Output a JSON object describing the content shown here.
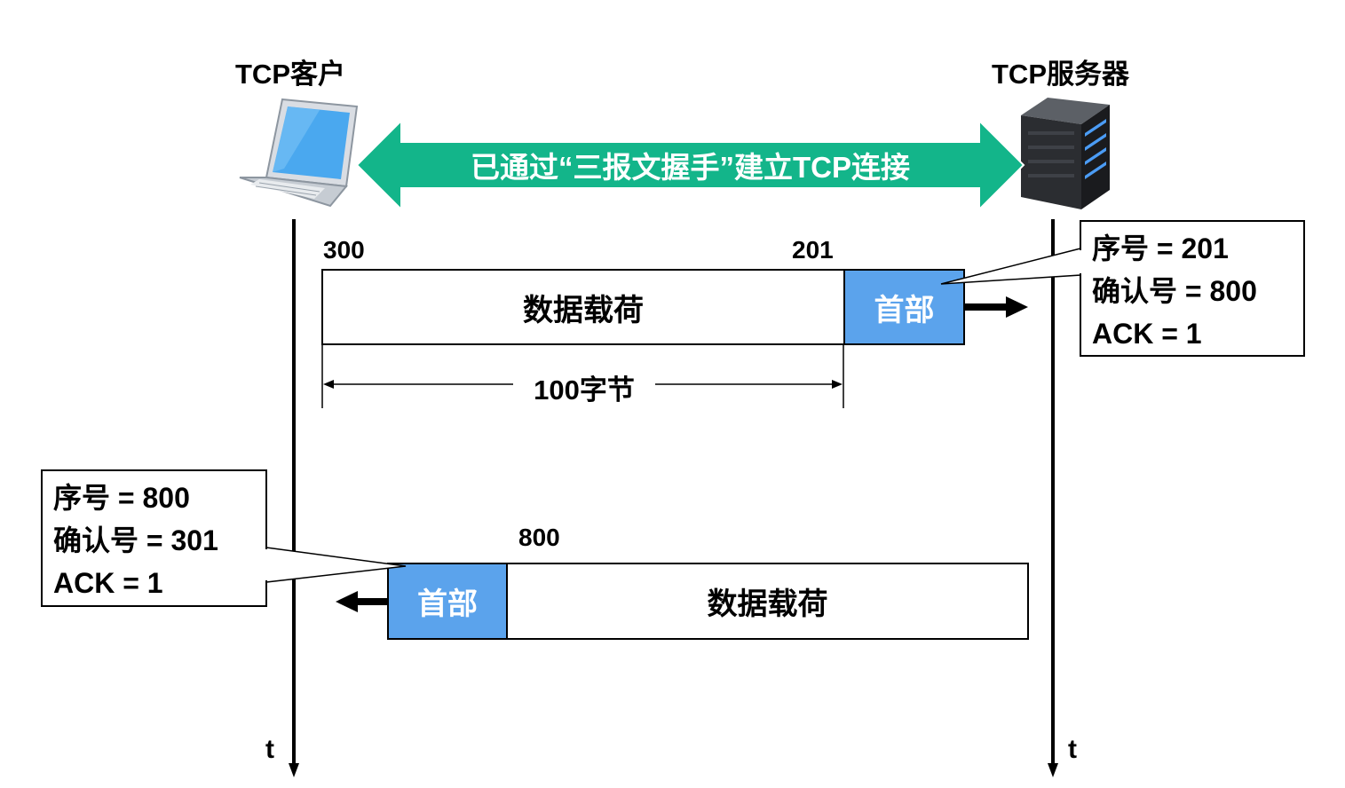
{
  "client": {
    "title": "TCP客户",
    "icon": "laptop-icon",
    "time_label": "t"
  },
  "server": {
    "title": "TCP服务器",
    "icon": "server-icon",
    "time_label": "t"
  },
  "handshake": {
    "label": "已通过“三报文握手”建立TCP连接",
    "color": "#13b58a"
  },
  "segment1": {
    "left_number": "300",
    "right_number": "201",
    "payload_label": "数据载荷",
    "header_label": "首部",
    "length_label": "100字节"
  },
  "callout1": {
    "seq": "序号 = 201",
    "ack_num": "确认号 = 800",
    "ack_flag": "ACK = 1"
  },
  "segment2": {
    "left_number": "800",
    "payload_label": "数据载荷",
    "header_label": "首部"
  },
  "callout2": {
    "seq": "序号 = 800",
    "ack_num": "确认号 = 301",
    "ack_flag": "ACK = 1"
  },
  "colors": {
    "header_fill": "#5ba3ec",
    "arrow_fill": "#13b58a"
  }
}
